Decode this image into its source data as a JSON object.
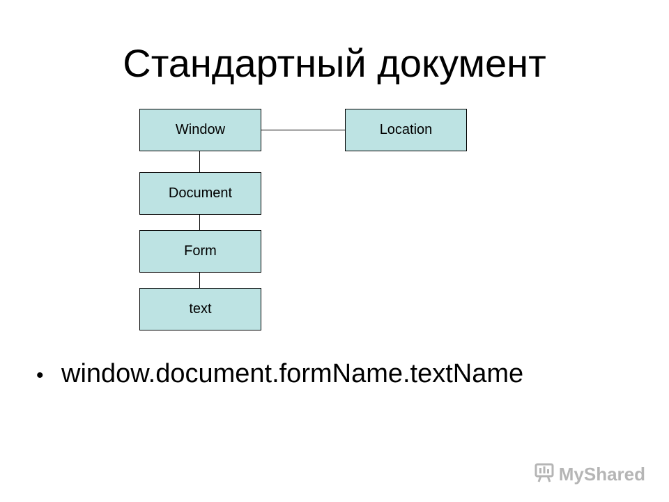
{
  "slide": {
    "title": "Стандартный документ",
    "diagram": {
      "node_fill": "#bde3e3",
      "line_color": "#000000",
      "nodes": {
        "window": "Window",
        "location": "Location",
        "document": "Document",
        "form": "Form",
        "text": "text"
      }
    },
    "bullets": [
      {
        "text": "window.document.formName.textName"
      }
    ],
    "bullet_symbol": "•",
    "watermark": {
      "text": "MyShared",
      "icon": "presentation-board-icon"
    }
  }
}
